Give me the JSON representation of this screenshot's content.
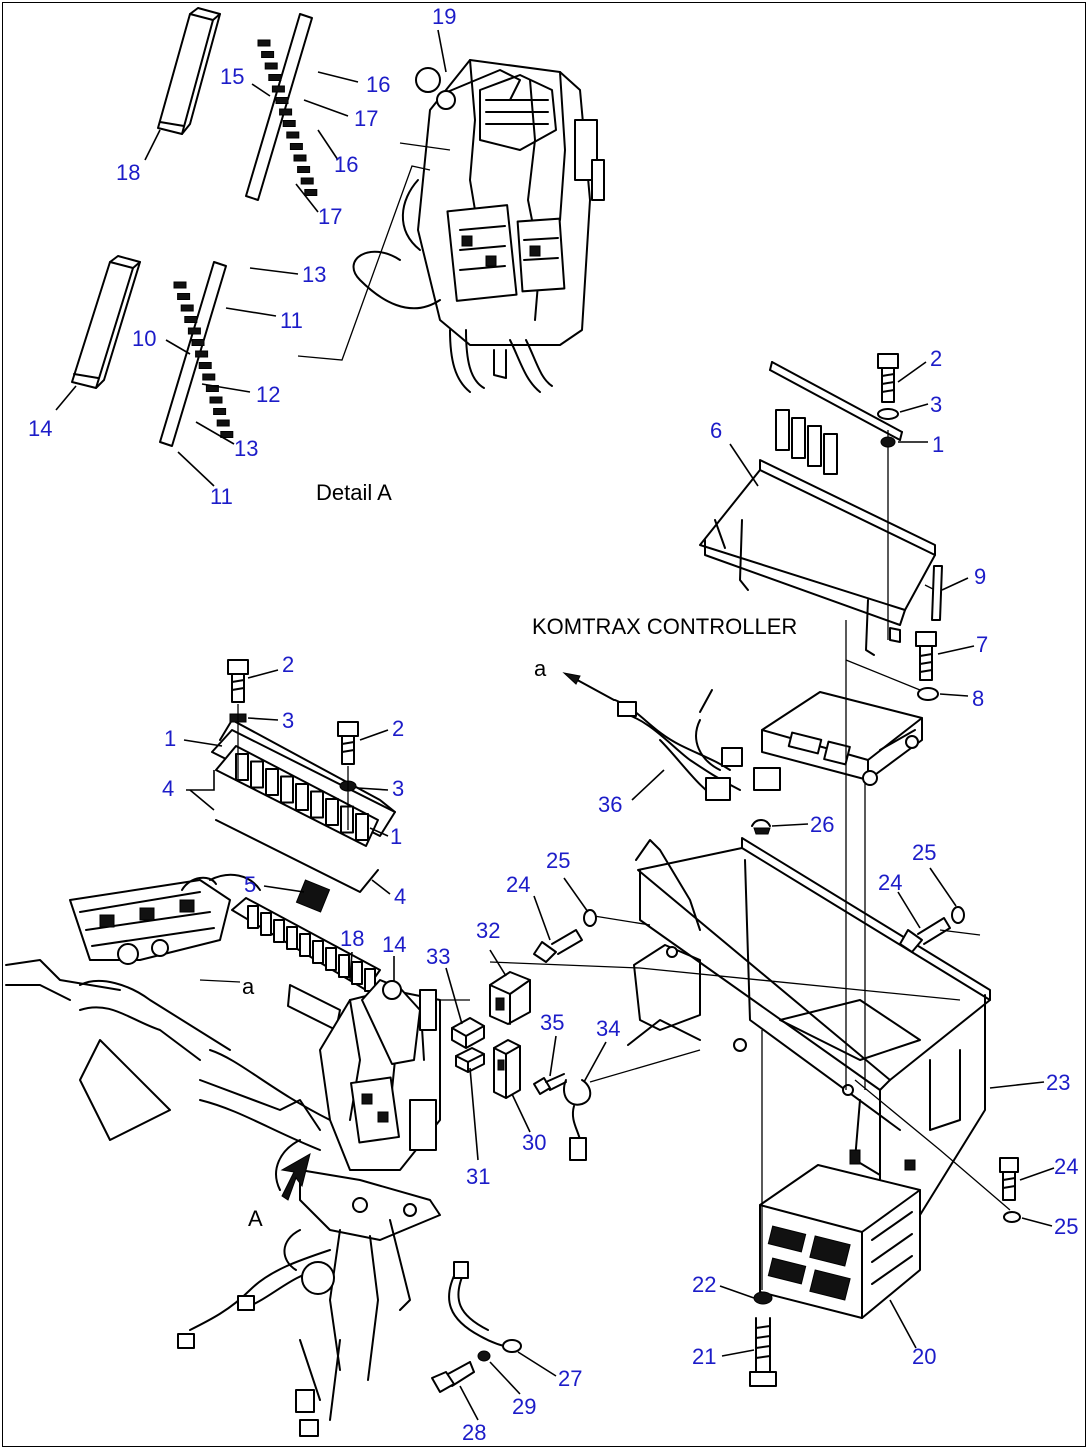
{
  "captions": {
    "detail_a": "Detail A",
    "komtrax": "KOMTRAX CONTROLLER",
    "view_a": "A",
    "label_a_top": "a",
    "label_a_left": "a"
  },
  "colors": {
    "callout": "#1c1cc8",
    "ink": "#000000",
    "background": "#ffffff"
  },
  "callouts": [
    "19",
    "15",
    "16",
    "17",
    "16",
    "17",
    "18",
    "13",
    "11",
    "10",
    "12",
    "13",
    "11",
    "14",
    "2",
    "3",
    "1",
    "6",
    "9",
    "7",
    "8",
    "2",
    "3",
    "2",
    "1",
    "3",
    "4",
    "1",
    "5",
    "4",
    "36",
    "26",
    "25",
    "24",
    "25",
    "24",
    "33",
    "32",
    "18",
    "14",
    "35",
    "34",
    "31",
    "30",
    "23",
    "24",
    "25",
    "22",
    "21",
    "20",
    "27",
    "28",
    "29"
  ]
}
